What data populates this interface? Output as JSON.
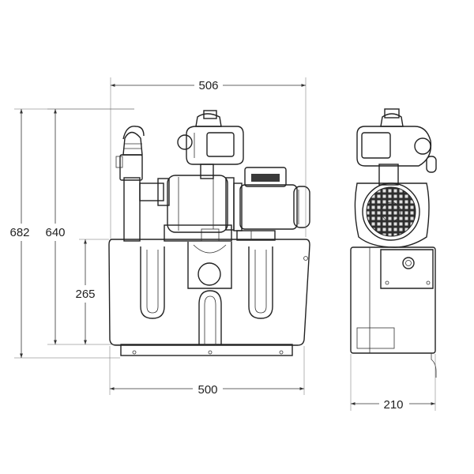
{
  "dimensions": {
    "top_width": "506",
    "bottom_width": "500",
    "side_width": "210",
    "total_height": "682",
    "pump_height": "640",
    "tank_height": "265"
  },
  "colors": {
    "line": "#222222",
    "tank_fill": "#f3f3f3",
    "motor_fill": "#333333",
    "dimension_line": "#333333"
  }
}
